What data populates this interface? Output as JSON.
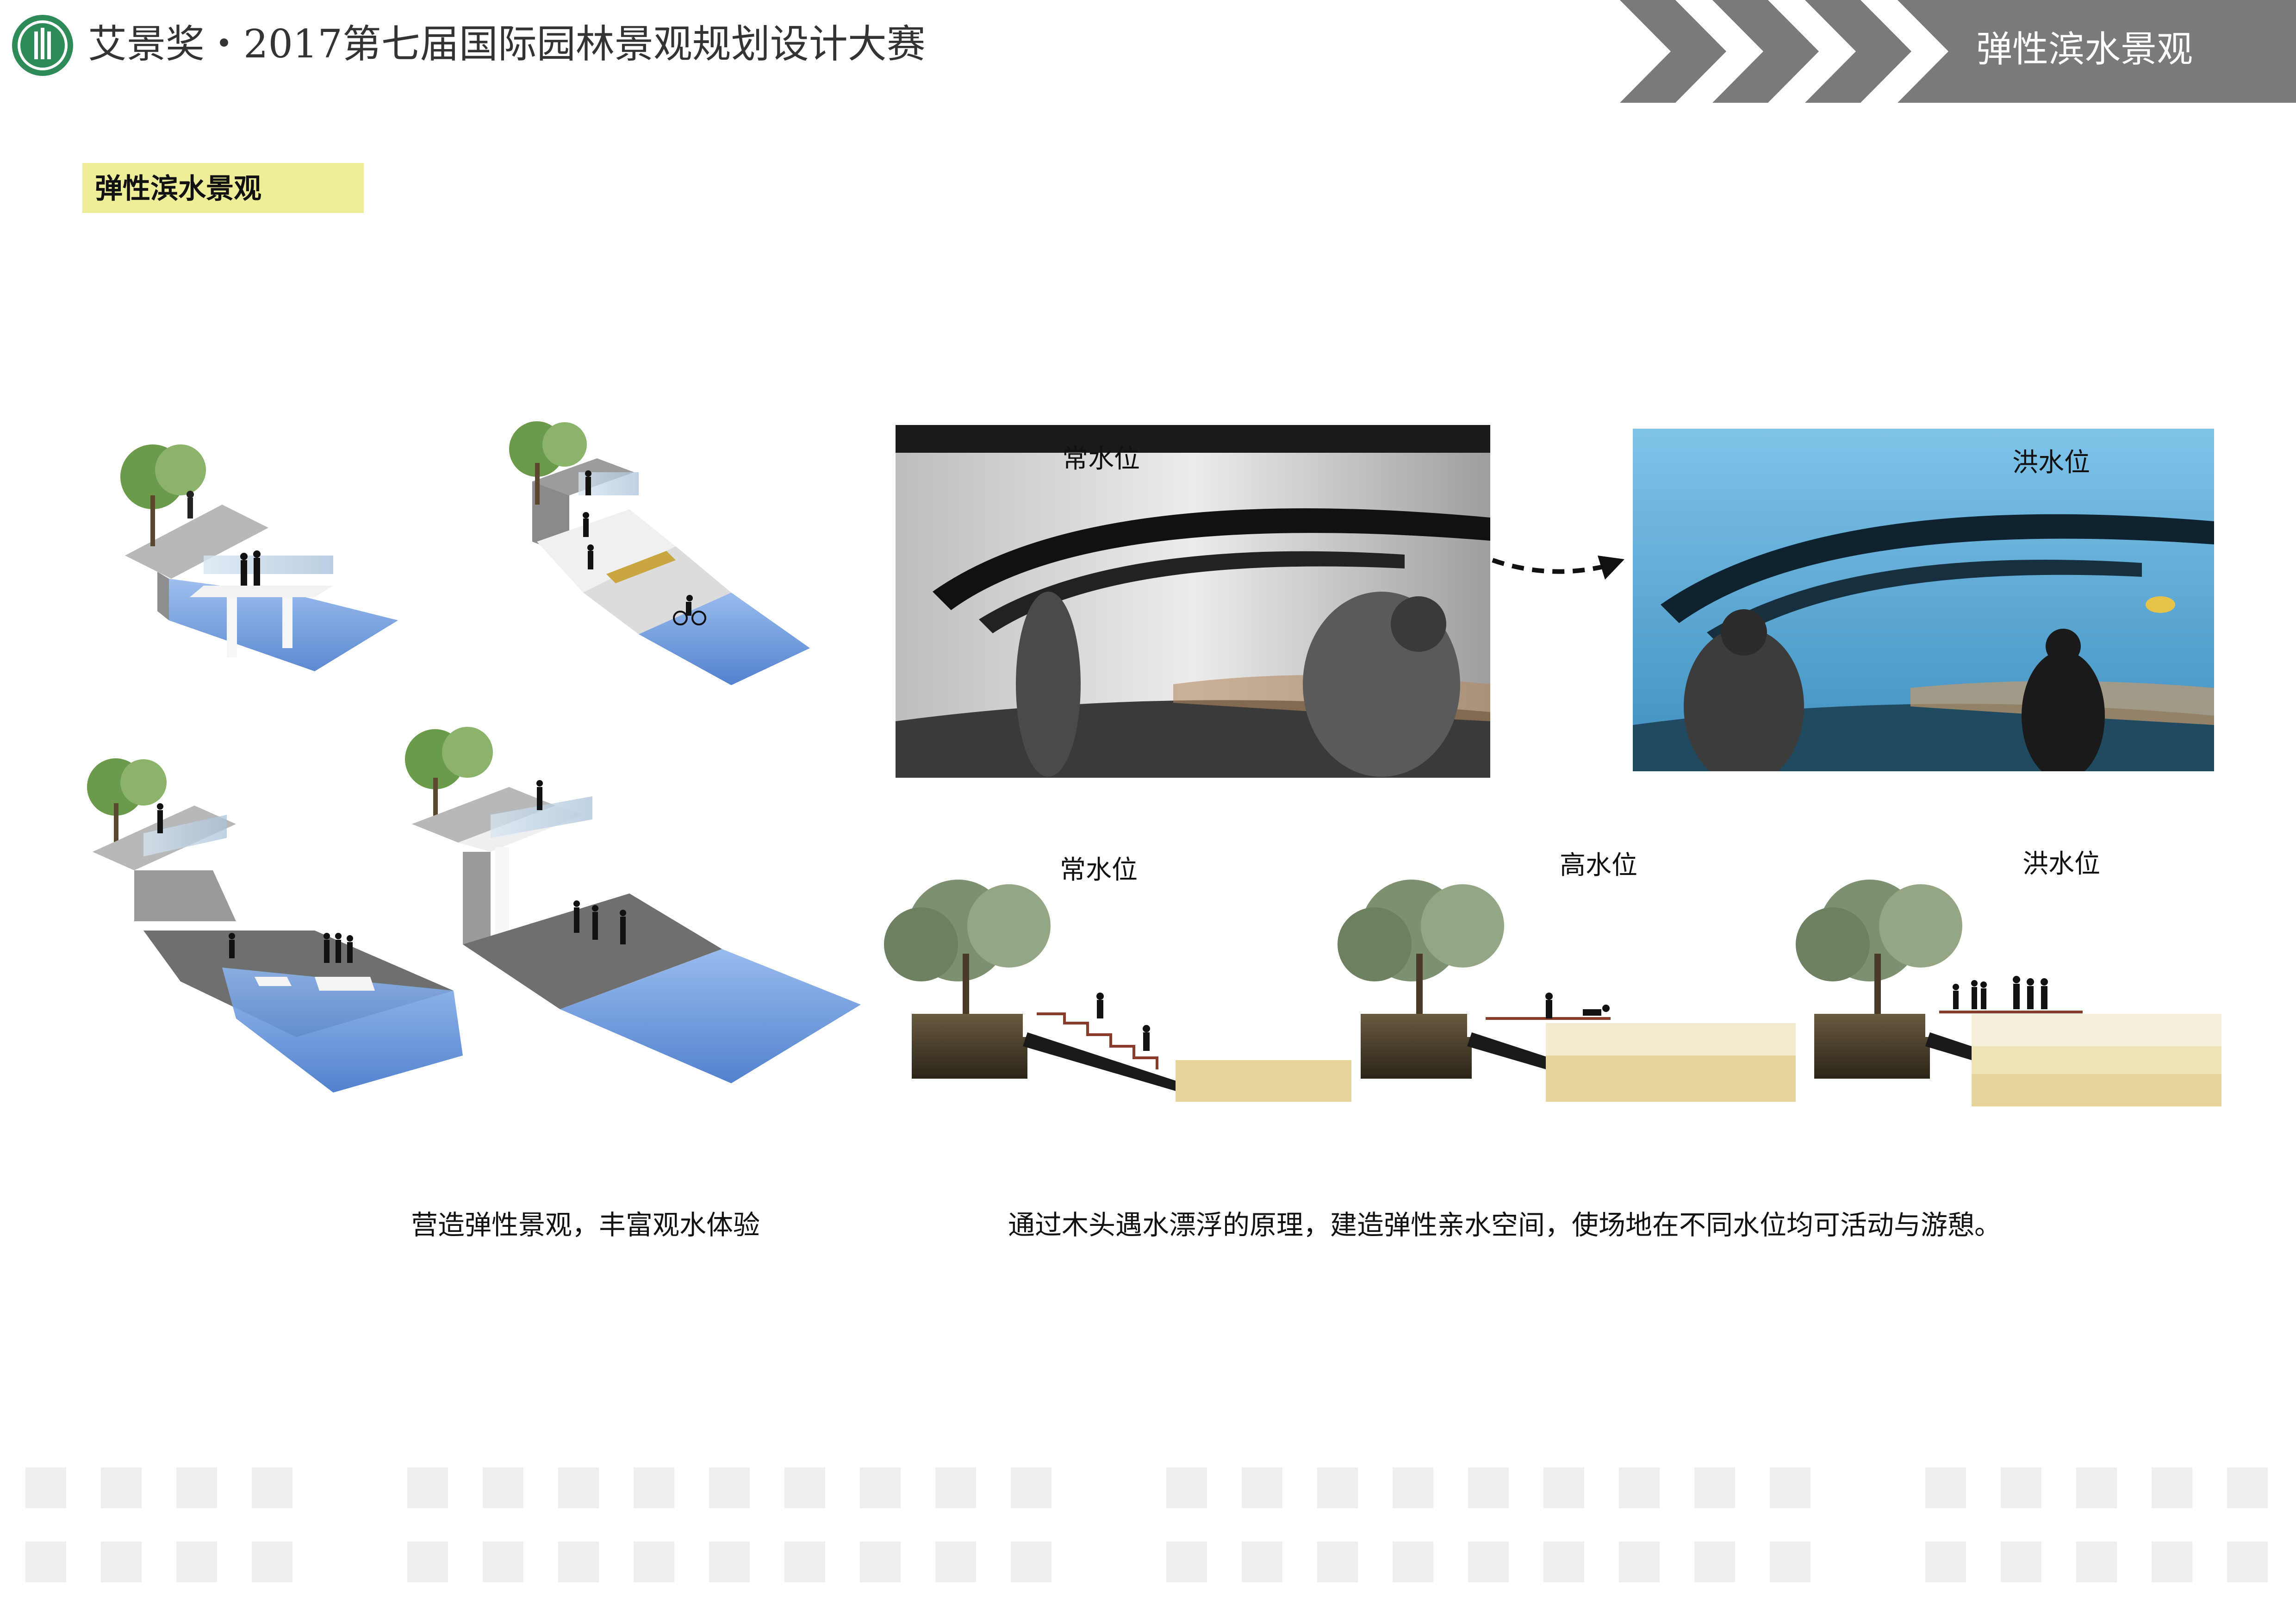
{
  "header": {
    "title": "艾景奖・2017第七届国际园林景观规划设计大赛",
    "section_tag": "弹性滨水景观"
  },
  "section": {
    "heading": "弹性滨水景观"
  },
  "photos": {
    "normal_label": "常水位",
    "flood_label": "洪水位"
  },
  "sections": {
    "normal_label": "常水位",
    "high_label": "高水位",
    "flood_label": "洪水位"
  },
  "captions": {
    "left": "营造弹性景观，丰富观水体验",
    "right": "通过木头遇水漂浮的原理，建造弹性亲水空间，使场地在不同水位均可活动与游憩。"
  },
  "colors": {
    "header_band": "#7a7a7a",
    "heading_highlight": "#eeee99",
    "water_blue": "#4f86d6",
    "sand": "#e6d49a",
    "footer_block": "#eeeeee"
  }
}
